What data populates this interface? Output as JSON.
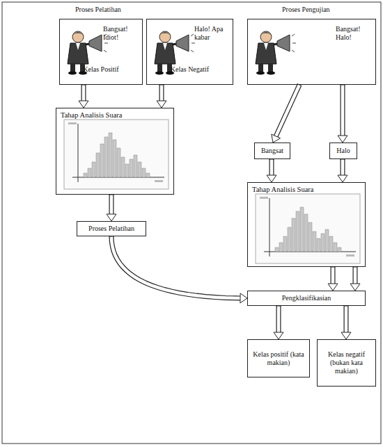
{
  "diagram": {
    "nodes": [
      {
        "text": [
          "Bangsat! Idiot!",
          "Kelas Positif"
        ]
      },
      {
        "text": [
          "Halo! Apa kabar",
          "Kelas Negatif"
        ]
      },
      {
        "text": [
          "Bangsat! Halo!"
        ]
      },
      {
        "text": [
          "Tahap Analisis Suara"
        ]
      },
      {
        "text": [
          "Bangsat"
        ]
      },
      {
        "text": [
          "Halo"
        ]
      },
      {
        "text": [
          "Proses Pelatihan"
        ]
      },
      {
        "text": [
          "Tahap Analisis Suara"
        ]
      },
      {
        "text": [
          "Pengklasifikasian"
        ]
      },
      {
        "text": [
          "Kelas positif (kata makian)"
        ]
      },
      {
        "text": [
          "Kelas negatif (bukan kata makian)"
        ]
      }
    ],
    "edges": [
      {
        "from": 0,
        "to": 3,
        "arrow": "to"
      },
      {
        "from": 1,
        "to": 3,
        "arrow": "to"
      },
      {
        "from": 3,
        "to": 6,
        "arrow": "to"
      },
      {
        "from": 2,
        "to": 4,
        "arrow": "to"
      },
      {
        "from": 2,
        "to": 5,
        "arrow": "to"
      },
      {
        "from": 4,
        "to": 7,
        "arrow": "to"
      },
      {
        "from": 5,
        "to": 7,
        "arrow": "to"
      },
      {
        "from": 6,
        "to": 8,
        "arrow": "to"
      },
      {
        "from": 7,
        "to": 8,
        "arrow": "to"
      },
      {
        "from": 7,
        "to": 8,
        "arrow": "to"
      },
      {
        "from": 8,
        "to": 9,
        "arrow": "to"
      },
      {
        "from": 8,
        "to": 10,
        "arrow": "to"
      }
    ],
    "labels": [
      "Proses Pelatihan",
      "Proses Pengujian"
    ]
  }
}
